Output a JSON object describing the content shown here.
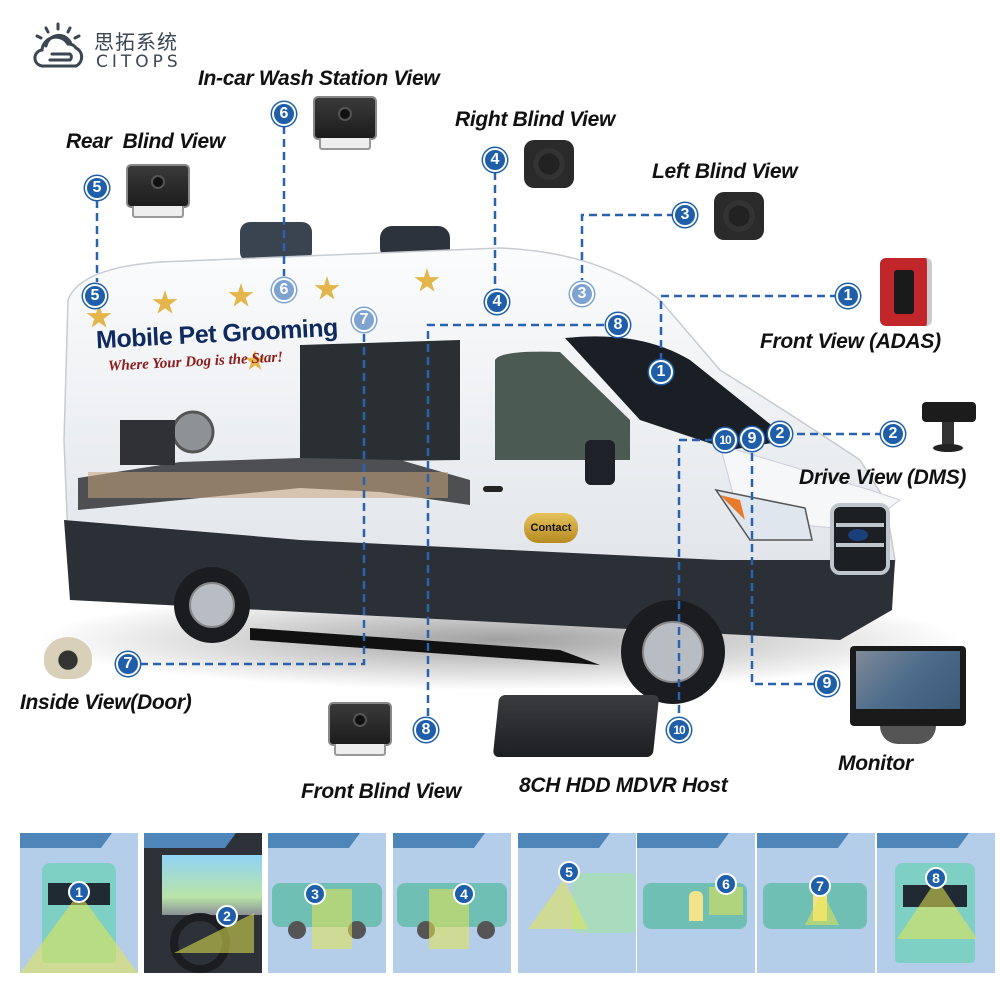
{
  "brand": {
    "name_cn": "思拓系统",
    "name_en": "CITOPS",
    "logo_icon": "cloud-sun-icon"
  },
  "vehicle": {
    "sign_title": "Mobile Pet Grooming",
    "sign_subtitle": "Where Your Dog is the Star!",
    "door_badge": "Contact",
    "body_color": "#f2f4f6",
    "trim_color": "#2b2f36"
  },
  "theme": {
    "callout_color": "#1f5ea8",
    "dash_color": "#2a63ad",
    "thumbnail_bg": "#b4cde9",
    "thumbnail_tab": "#4f86ba"
  },
  "components": [
    {
      "id": "1",
      "label": "Front View (ADAS)",
      "device": "adas-camera"
    },
    {
      "id": "2",
      "label": "Drive View (DMS)",
      "device": "dms-camera"
    },
    {
      "id": "3",
      "label": "Left Blind View",
      "device": "side-camera"
    },
    {
      "id": "4",
      "label": "Right Blind View",
      "device": "side-camera"
    },
    {
      "id": "5",
      "label": "Rear  Blind View",
      "device": "box-camera"
    },
    {
      "id": "6",
      "label": "In-car Wash Station View",
      "device": "box-camera"
    },
    {
      "id": "7",
      "label": "Inside View(Door)",
      "device": "dome-camera"
    },
    {
      "id": "8",
      "label": "Front Blind View",
      "device": "box-camera"
    },
    {
      "id": "9",
      "label": "Monitor",
      "device": "monitor"
    },
    {
      "id": "10",
      "label": "8CH HDD MDVR Host",
      "device": "mdvr"
    }
  ],
  "thumbnails": [
    {
      "id": "1",
      "scene": "front-view"
    },
    {
      "id": "2",
      "scene": "driver-cabin"
    },
    {
      "id": "3",
      "scene": "left-side"
    },
    {
      "id": "4",
      "scene": "right-side"
    },
    {
      "id": "5",
      "scene": "rear"
    },
    {
      "id": "6",
      "scene": "wash-station"
    },
    {
      "id": "7",
      "scene": "door-inside"
    },
    {
      "id": "8",
      "scene": "front-blind"
    }
  ]
}
